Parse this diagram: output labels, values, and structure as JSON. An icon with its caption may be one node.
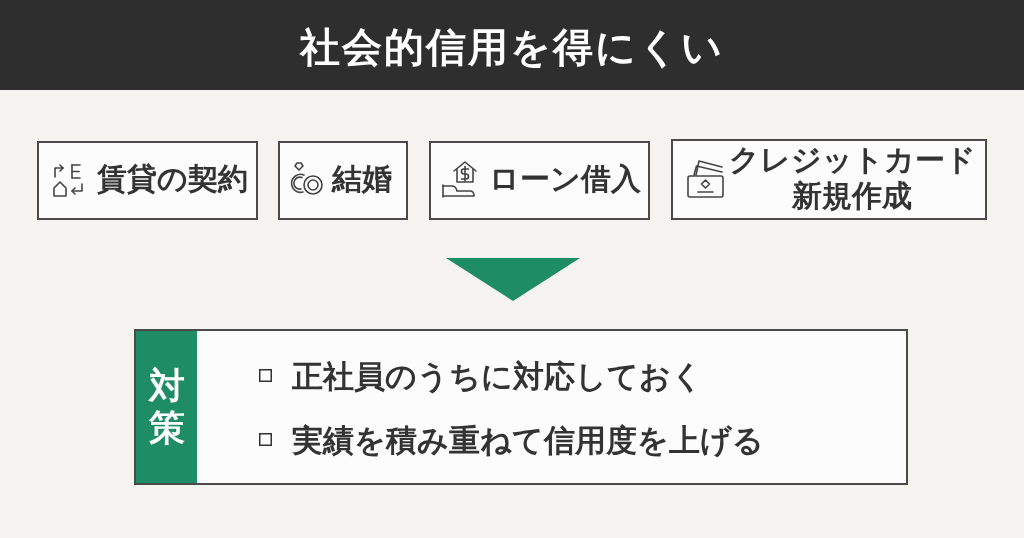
{
  "diagram": {
    "title": "社会的信用を得にくい",
    "nodes": [
      {
        "text": [
          "賃貸の契約"
        ]
      },
      {
        "text": [
          "結婚"
        ]
      },
      {
        "text": [
          "ローン借入"
        ]
      },
      {
        "text": [
          "クレジットカード新規作成"
        ]
      },
      {
        "text": [
          "正社員のうちに対応しておく",
          "実績を積み重ねて信用度を上げる"
        ]
      },
      {
        "text": [
          "対策"
        ],
        "in": 4
      }
    ],
    "edges": [
      {
        "from": null,
        "to": 4,
        "arrow": "to"
      }
    ]
  }
}
